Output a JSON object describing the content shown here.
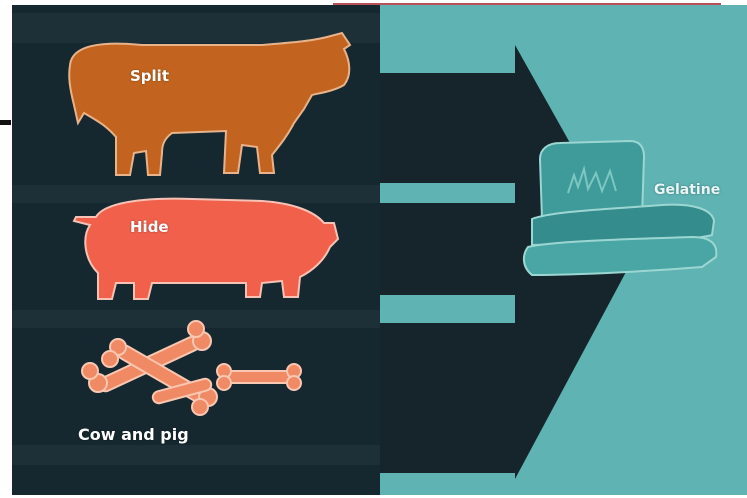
{
  "labels": {
    "split": "Split",
    "hide": "Hide",
    "bones": "Cow and pig",
    "gelatine": "Gelatine"
  },
  "colors": {
    "panel_dark": "#16282f",
    "stripe": "#1d3038",
    "teal_bg": "#5fb3b3",
    "arrow": "#15252b",
    "cow": "#c2641f",
    "pig": "#f0604a",
    "bones": "#f08a64",
    "gelatine": "#3f9a9a"
  },
  "icons": [
    "cow-icon",
    "pig-icon",
    "bones-icon",
    "gelatine-sheets-icon",
    "arrow-icon"
  ]
}
